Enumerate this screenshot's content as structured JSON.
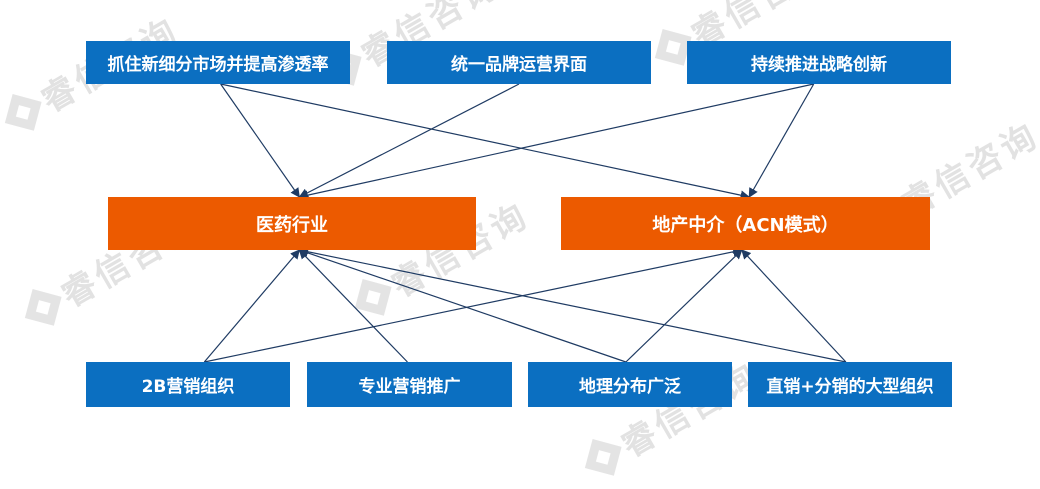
{
  "watermark_text": "睿信咨询",
  "colors": {
    "strategy_box": "#0b6fc1",
    "industry_box": "#ec5a00",
    "capability_box": "#0b6fc1",
    "arrow": "#1f3b63"
  },
  "strategies": [
    {
      "id": "s1",
      "label": "抓住新细分市场并提高渗透率"
    },
    {
      "id": "s2",
      "label": "统一品牌运营界面"
    },
    {
      "id": "s3",
      "label": "持续推进战略创新"
    }
  ],
  "industries": [
    {
      "id": "i1",
      "label": "医药行业"
    },
    {
      "id": "i2",
      "label": "地产中介（ACN模式）"
    }
  ],
  "capabilities": [
    {
      "id": "c1",
      "label": "2B营销组织"
    },
    {
      "id": "c2",
      "label": "专业营销推广"
    },
    {
      "id": "c3",
      "label": "地理分布广泛"
    },
    {
      "id": "c4",
      "label": "直销+分销的大型组织"
    }
  ],
  "links": [
    {
      "from": "s1",
      "to": "i1"
    },
    {
      "from": "s1",
      "to": "i2"
    },
    {
      "from": "s2",
      "to": "i1"
    },
    {
      "from": "s3",
      "to": "i1"
    },
    {
      "from": "s3",
      "to": "i2"
    },
    {
      "from": "c1",
      "to": "i1"
    },
    {
      "from": "c1",
      "to": "i2"
    },
    {
      "from": "c2",
      "to": "i1"
    },
    {
      "from": "c3",
      "to": "i1"
    },
    {
      "from": "c3",
      "to": "i2"
    },
    {
      "from": "c4",
      "to": "i1"
    },
    {
      "from": "c4",
      "to": "i2"
    }
  ]
}
